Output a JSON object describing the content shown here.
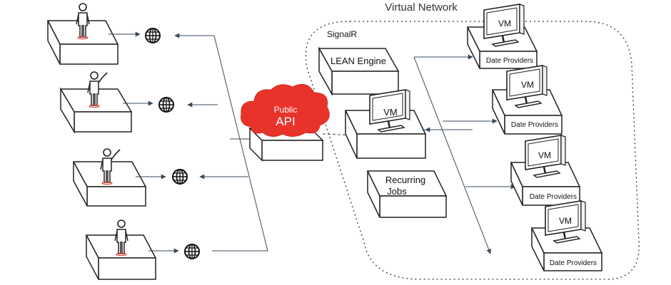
{
  "diagram": {
    "title": "Virtual Network",
    "signalr_label": "SignalR",
    "lean_engine_label": "LEAN Engine",
    "central_vm_label": "VM",
    "recurring_jobs_line1": "Recurring",
    "recurring_jobs_line2": "Jobs",
    "public_api_line1": "Public",
    "public_api_line2": "API",
    "providers": [
      {
        "vm_label": "VM",
        "label": "Date Providers"
      },
      {
        "vm_label": "VM",
        "label": "Date Providers"
      },
      {
        "vm_label": "VM",
        "label": "Date Providers"
      },
      {
        "vm_label": "VM",
        "label": "Date Providers"
      }
    ],
    "users": [
      {
        "icon": "person-icon"
      },
      {
        "icon": "person-raising-arm-icon"
      },
      {
        "icon": "person-raising-arm-icon"
      },
      {
        "icon": "person-icon"
      }
    ],
    "colors": {
      "cloud": "#e8332b",
      "stroke": "#222222",
      "arrow": "#3a4a5c"
    }
  }
}
